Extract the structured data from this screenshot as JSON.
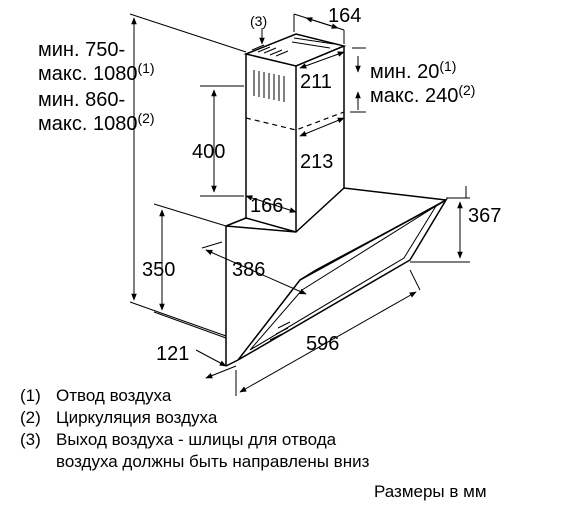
{
  "labels": {
    "chimney_height_recirc": {
      "min": "мин. 750-",
      "max": "макс. 1080",
      "note": "(1)"
    },
    "chimney_height_recirc2": {
      "min": "мин. 860-",
      "max": "макс. 1080",
      "note": "(2)"
    },
    "min_gap": {
      "text": "мин. 20",
      "note": "(1)"
    },
    "max_gap": {
      "text": "макс. 240",
      "note": "(2)"
    },
    "note_slot": "(3)",
    "dim_164": "164",
    "dim_211": "211",
    "dim_400": "400",
    "dim_213": "213",
    "dim_166": "166",
    "dim_367": "367",
    "dim_350": "350",
    "dim_386": "386",
    "dim_121": "121",
    "dim_596": "596"
  },
  "legend": [
    {
      "num": "(1)",
      "text": "Отвод воздуха"
    },
    {
      "num": "(2)",
      "text": "Циркуляция воздуха"
    },
    {
      "num": "(3)",
      "text": "Выход воздуха - шлицы для отвода",
      "cont": "воздуха должны быть направлены вниз"
    }
  ],
  "units": "Размеры в мм"
}
